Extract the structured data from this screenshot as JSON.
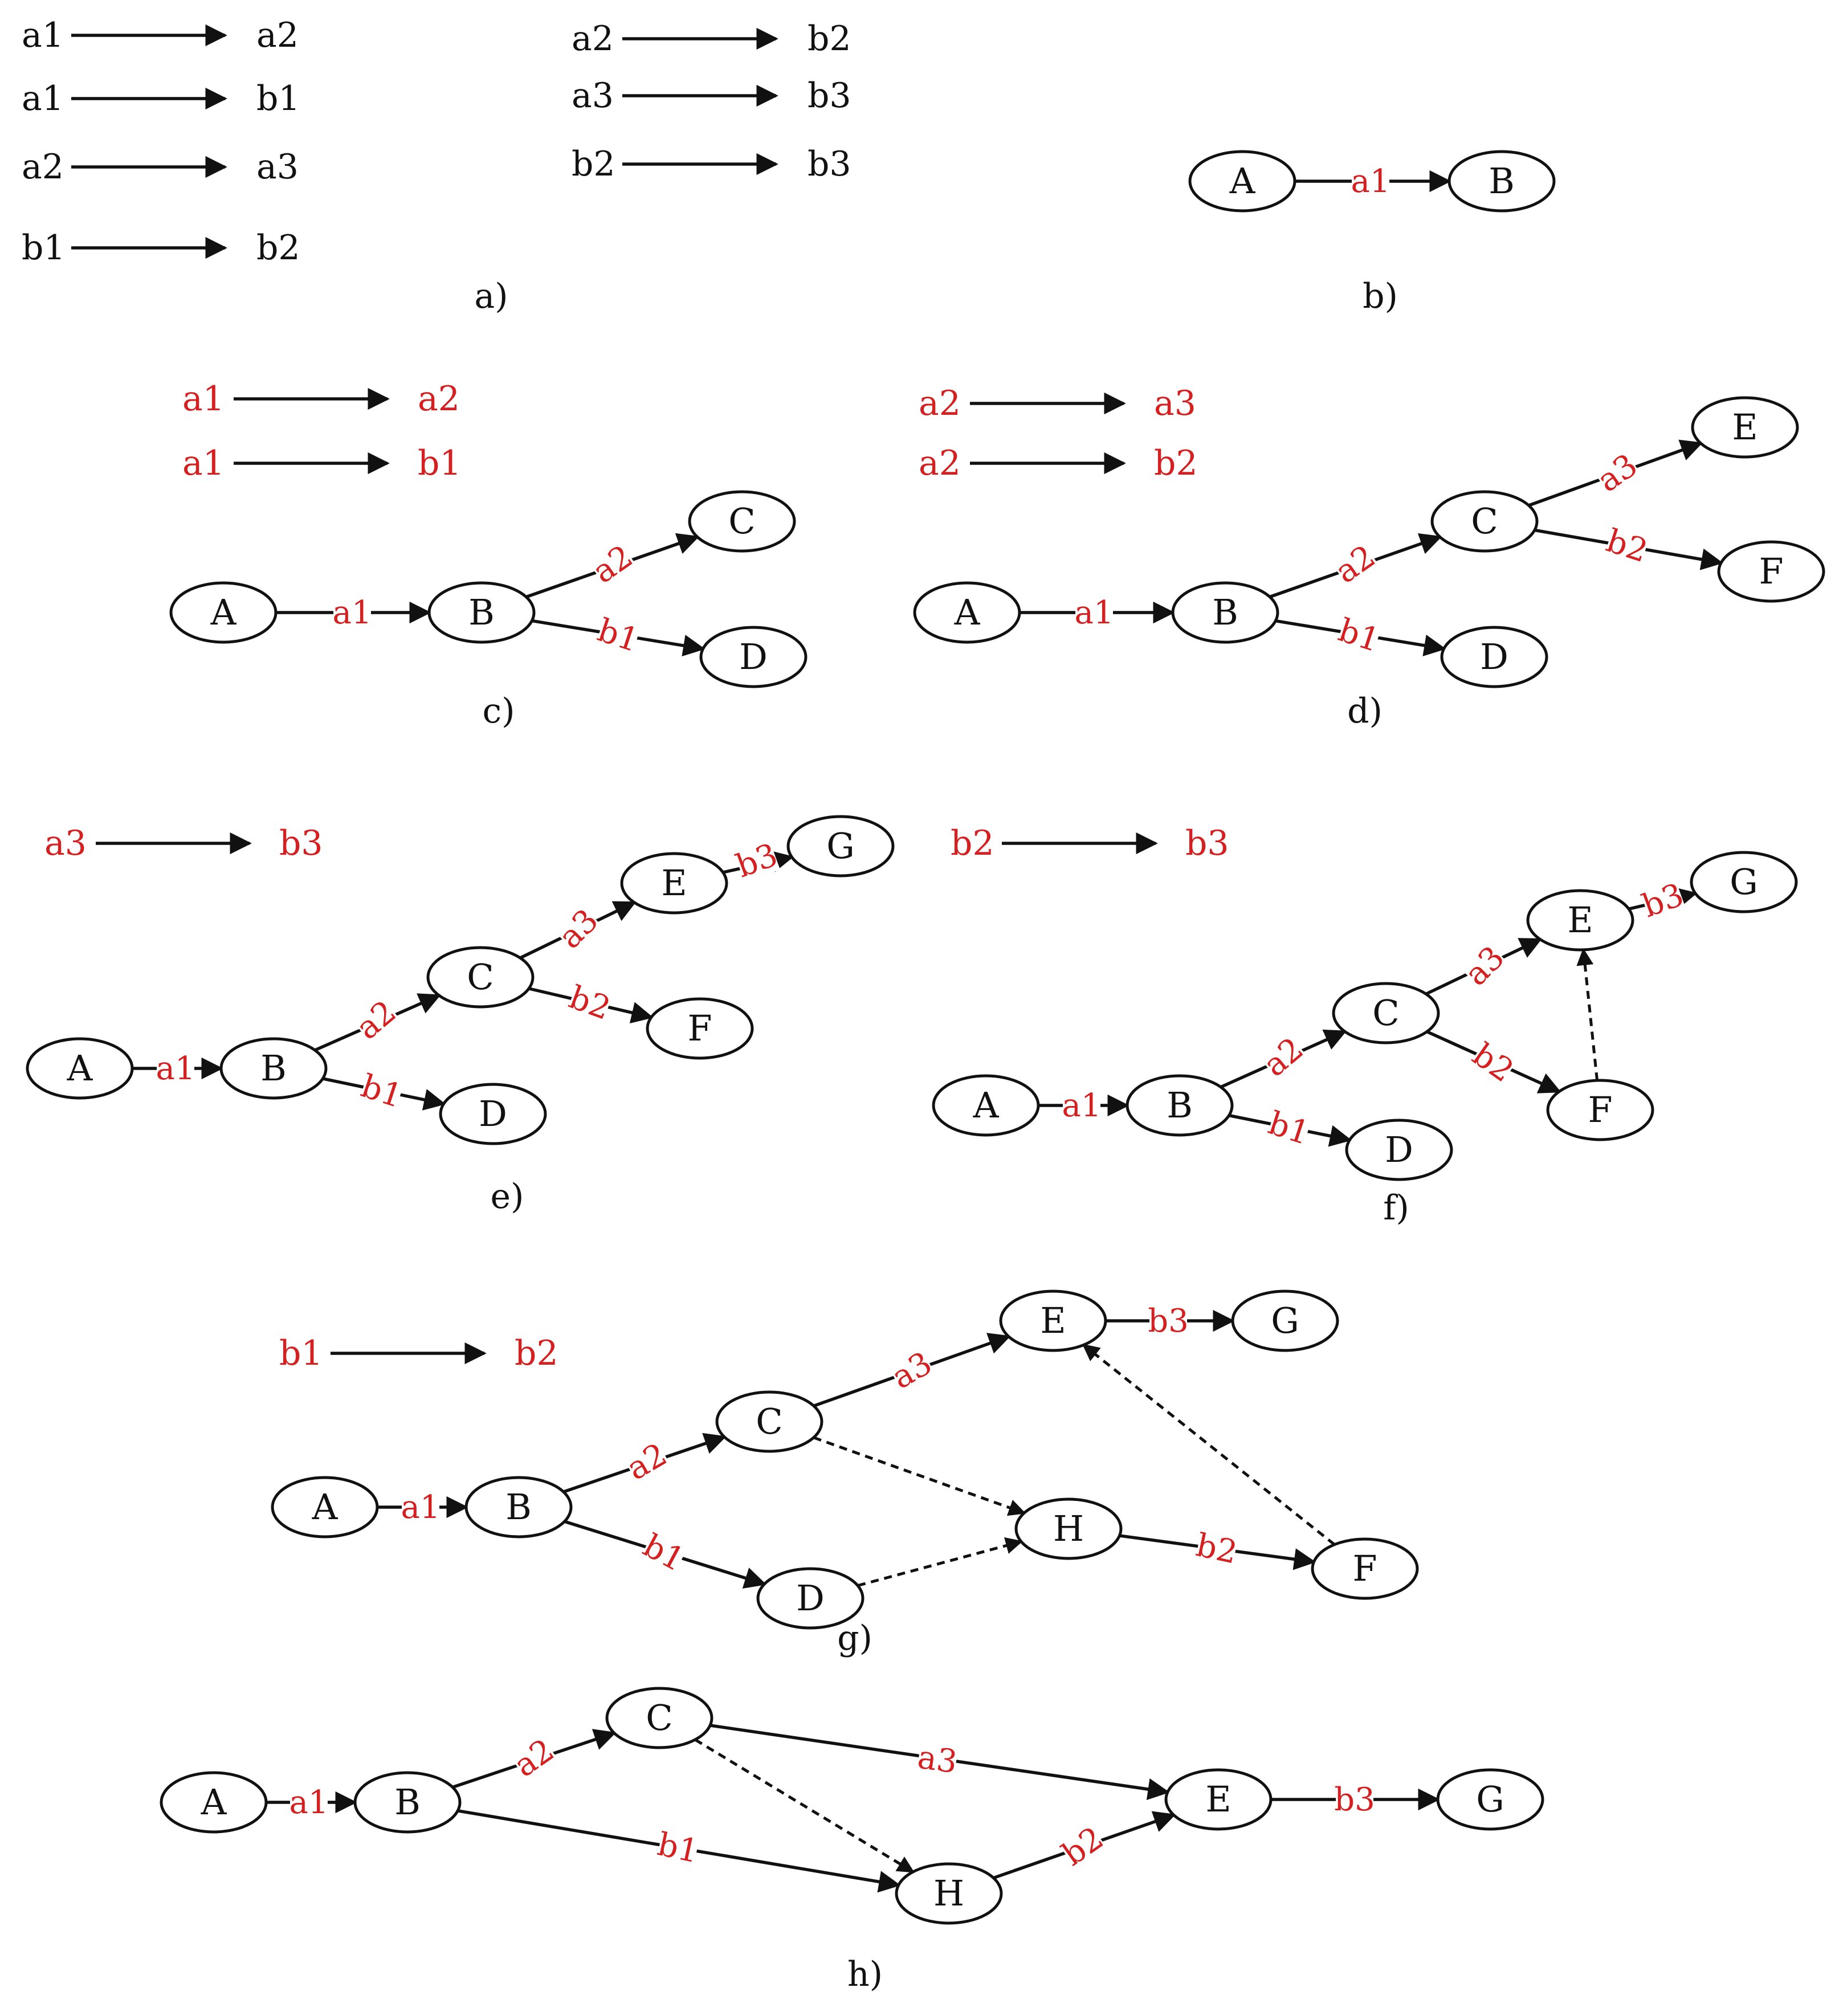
{
  "colors": {
    "accent": "#d42020",
    "ink": "#111111"
  },
  "panels": [
    {
      "id": "a",
      "caption": "a)",
      "rules": [
        [
          "a1",
          "a2"
        ],
        [
          "a1",
          "b1"
        ],
        [
          "a2",
          "a3"
        ],
        [
          "b1",
          "b2"
        ],
        [
          "a2",
          "b2"
        ],
        [
          "a3",
          "b3"
        ],
        [
          "b2",
          "b3"
        ]
      ],
      "rules_red": false,
      "nodes": [],
      "edges": []
    },
    {
      "id": "b",
      "caption": "b)",
      "rules": [],
      "nodes": [
        {
          "id": "A",
          "label": "A"
        },
        {
          "id": "B",
          "label": "B"
        }
      ],
      "edges": [
        {
          "from": "A",
          "to": "B",
          "label": "a1",
          "style": "solid"
        }
      ]
    },
    {
      "id": "c",
      "caption": "c)",
      "rules": [
        [
          "a1",
          "a2"
        ],
        [
          "a1",
          "b1"
        ]
      ],
      "rules_red": true,
      "nodes": [
        {
          "id": "A",
          "label": "A"
        },
        {
          "id": "B",
          "label": "B"
        },
        {
          "id": "C",
          "label": "C"
        },
        {
          "id": "D",
          "label": "D"
        }
      ],
      "edges": [
        {
          "from": "A",
          "to": "B",
          "label": "a1",
          "style": "solid"
        },
        {
          "from": "B",
          "to": "C",
          "label": "a2",
          "style": "solid"
        },
        {
          "from": "B",
          "to": "D",
          "label": "b1",
          "style": "solid"
        }
      ]
    },
    {
      "id": "d",
      "caption": "d)",
      "rules": [
        [
          "a2",
          "a3"
        ],
        [
          "a2",
          "b2"
        ]
      ],
      "rules_red": true,
      "nodes": [
        {
          "id": "A",
          "label": "A"
        },
        {
          "id": "B",
          "label": "B"
        },
        {
          "id": "C",
          "label": "C"
        },
        {
          "id": "D",
          "label": "D"
        },
        {
          "id": "E",
          "label": "E"
        },
        {
          "id": "F",
          "label": "F"
        }
      ],
      "edges": [
        {
          "from": "A",
          "to": "B",
          "label": "a1",
          "style": "solid"
        },
        {
          "from": "B",
          "to": "C",
          "label": "a2",
          "style": "solid"
        },
        {
          "from": "B",
          "to": "D",
          "label": "b1",
          "style": "solid"
        },
        {
          "from": "C",
          "to": "E",
          "label": "a3",
          "style": "solid"
        },
        {
          "from": "C",
          "to": "F",
          "label": "b2",
          "style": "solid"
        }
      ]
    },
    {
      "id": "e",
      "caption": "e)",
      "rules": [
        [
          "a3",
          "b3"
        ]
      ],
      "rules_red": true,
      "nodes": [
        {
          "id": "A",
          "label": "A"
        },
        {
          "id": "B",
          "label": "B"
        },
        {
          "id": "C",
          "label": "C"
        },
        {
          "id": "D",
          "label": "D"
        },
        {
          "id": "E",
          "label": "E"
        },
        {
          "id": "F",
          "label": "F"
        },
        {
          "id": "G",
          "label": "G"
        }
      ],
      "edges": [
        {
          "from": "A",
          "to": "B",
          "label": "a1",
          "style": "solid"
        },
        {
          "from": "B",
          "to": "C",
          "label": "a2",
          "style": "solid"
        },
        {
          "from": "B",
          "to": "D",
          "label": "b1",
          "style": "solid"
        },
        {
          "from": "C",
          "to": "E",
          "label": "a3",
          "style": "solid"
        },
        {
          "from": "C",
          "to": "F",
          "label": "b2",
          "style": "solid"
        },
        {
          "from": "E",
          "to": "G",
          "label": "b3",
          "style": "solid"
        }
      ]
    },
    {
      "id": "f",
      "caption": "f)",
      "rules": [
        [
          "b2",
          "b3"
        ]
      ],
      "rules_red": true,
      "nodes": [
        {
          "id": "A",
          "label": "A"
        },
        {
          "id": "B",
          "label": "B"
        },
        {
          "id": "C",
          "label": "C"
        },
        {
          "id": "D",
          "label": "D"
        },
        {
          "id": "E",
          "label": "E"
        },
        {
          "id": "F",
          "label": "F"
        },
        {
          "id": "G",
          "label": "G"
        }
      ],
      "edges": [
        {
          "from": "A",
          "to": "B",
          "label": "a1",
          "style": "solid"
        },
        {
          "from": "B",
          "to": "C",
          "label": "a2",
          "style": "solid"
        },
        {
          "from": "B",
          "to": "D",
          "label": "b1",
          "style": "solid"
        },
        {
          "from": "C",
          "to": "E",
          "label": "a3",
          "style": "solid"
        },
        {
          "from": "C",
          "to": "F",
          "label": "b2",
          "style": "solid"
        },
        {
          "from": "E",
          "to": "G",
          "label": "b3",
          "style": "solid"
        },
        {
          "from": "F",
          "to": "E",
          "label": "",
          "style": "dashed"
        }
      ]
    },
    {
      "id": "g",
      "caption": "g)",
      "rules": [
        [
          "b1",
          "b2"
        ]
      ],
      "rules_red": true,
      "nodes": [
        {
          "id": "A",
          "label": "A"
        },
        {
          "id": "B",
          "label": "B"
        },
        {
          "id": "C",
          "label": "C"
        },
        {
          "id": "D",
          "label": "D"
        },
        {
          "id": "E",
          "label": "E"
        },
        {
          "id": "F",
          "label": "F"
        },
        {
          "id": "G",
          "label": "G"
        },
        {
          "id": "H",
          "label": "H"
        }
      ],
      "edges": [
        {
          "from": "A",
          "to": "B",
          "label": "a1",
          "style": "solid"
        },
        {
          "from": "B",
          "to": "C",
          "label": "a2",
          "style": "solid"
        },
        {
          "from": "B",
          "to": "D",
          "label": "b1",
          "style": "solid"
        },
        {
          "from": "C",
          "to": "E",
          "label": "a3",
          "style": "solid"
        },
        {
          "from": "E",
          "to": "G",
          "label": "b3",
          "style": "solid"
        },
        {
          "from": "H",
          "to": "F",
          "label": "b2",
          "style": "solid"
        },
        {
          "from": "C",
          "to": "H",
          "label": "",
          "style": "dashed"
        },
        {
          "from": "D",
          "to": "H",
          "label": "",
          "style": "dashed"
        },
        {
          "from": "F",
          "to": "E",
          "label": "",
          "style": "dashed"
        }
      ]
    },
    {
      "id": "h",
      "caption": "h)",
      "rules": [],
      "nodes": [
        {
          "id": "A",
          "label": "A"
        },
        {
          "id": "B",
          "label": "B"
        },
        {
          "id": "C",
          "label": "C"
        },
        {
          "id": "H",
          "label": "H"
        },
        {
          "id": "E",
          "label": "E"
        },
        {
          "id": "G",
          "label": "G"
        }
      ],
      "edges": [
        {
          "from": "A",
          "to": "B",
          "label": "a1",
          "style": "solid"
        },
        {
          "from": "B",
          "to": "C",
          "label": "a2",
          "style": "solid"
        },
        {
          "from": "B",
          "to": "H",
          "label": "b1",
          "style": "solid"
        },
        {
          "from": "C",
          "to": "E",
          "label": "a3",
          "style": "solid"
        },
        {
          "from": "H",
          "to": "E",
          "label": "b2",
          "style": "solid"
        },
        {
          "from": "E",
          "to": "G",
          "label": "b3",
          "style": "solid"
        },
        {
          "from": "C",
          "to": "H",
          "label": "",
          "style": "dashed"
        }
      ]
    }
  ]
}
